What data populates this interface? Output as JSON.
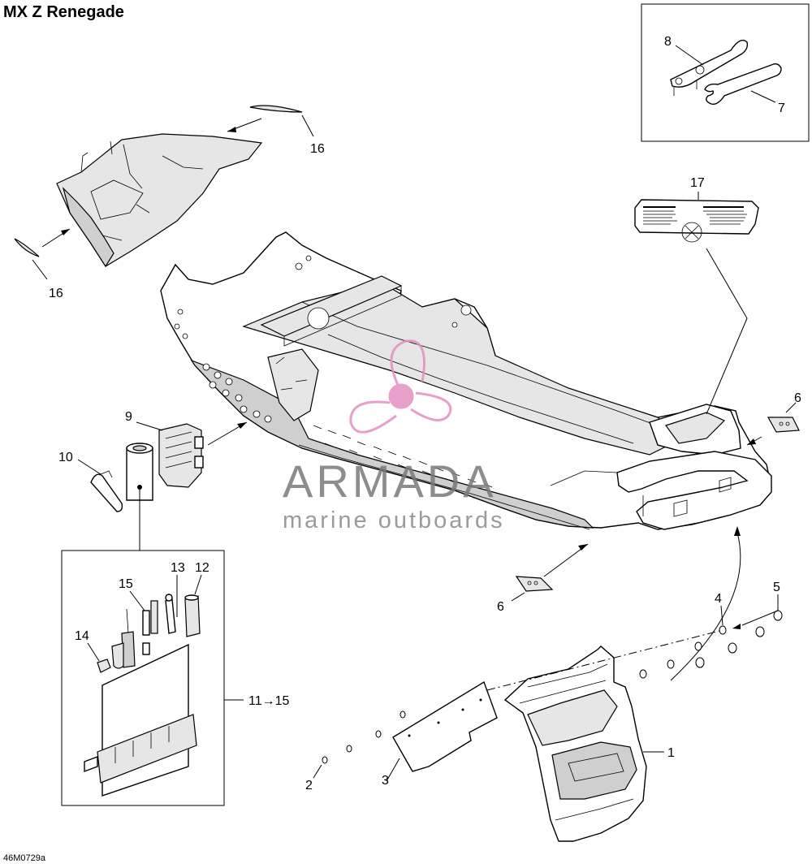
{
  "title": "MX Z Renegade",
  "diagram_code": "46M0729a",
  "callouts": {
    "c1": "1",
    "c2": "2",
    "c3": "3",
    "c4": "4",
    "c5": "5",
    "c6a": "6",
    "c6b": "6",
    "c7": "7",
    "c8": "8",
    "c9": "9",
    "c10": "10",
    "c11_15": "11→15",
    "c12": "12",
    "c13": "13",
    "c14": "14",
    "c15": "15",
    "c16a": "16",
    "c16b": "16",
    "c17": "17"
  },
  "watermark": {
    "brand": "ARMADA",
    "tagline": "marine outboards",
    "logo_color": "#e58fc0"
  }
}
